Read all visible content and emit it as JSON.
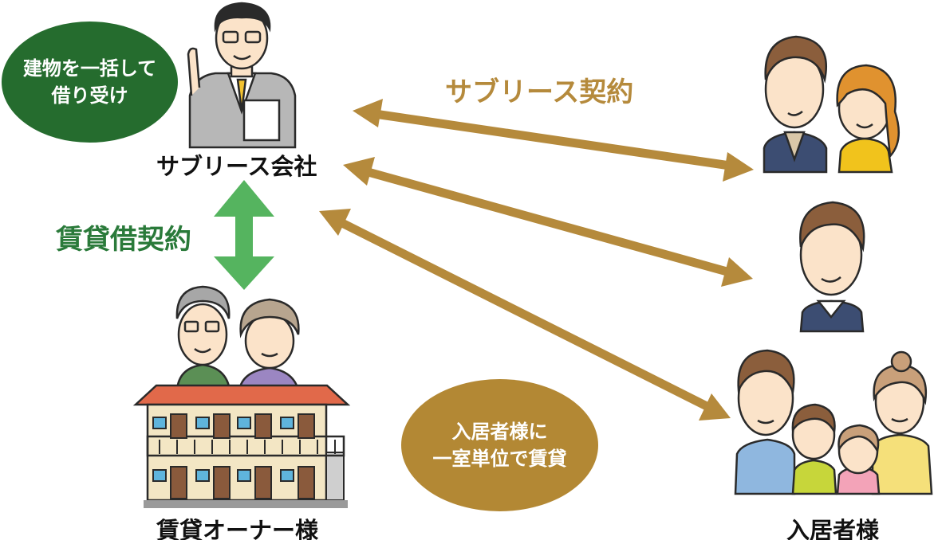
{
  "labels": {
    "sublease_company": "サブリース会社",
    "owner": "賃貸オーナー様",
    "residents": "入居者様",
    "sublease_contract": "サブリース契約",
    "lease_contract": "賃貸借契約"
  },
  "bubbles": {
    "bulk_lease_line1": "建物を一括して",
    "bulk_lease_line2": "借り受け",
    "unit_lease_line1": "入居者様に",
    "unit_lease_line2": "一室単位で賃貸"
  },
  "colors": {
    "gold_arrow": "#b58a3c",
    "green_arrow": "#55b45f",
    "green_bubble": "#256c2e",
    "gold_bubble": "#b38834",
    "roof": "#e1694a",
    "wall": "#f3e6c4",
    "door": "#8a5a3c",
    "window": "#5fb4dc"
  }
}
